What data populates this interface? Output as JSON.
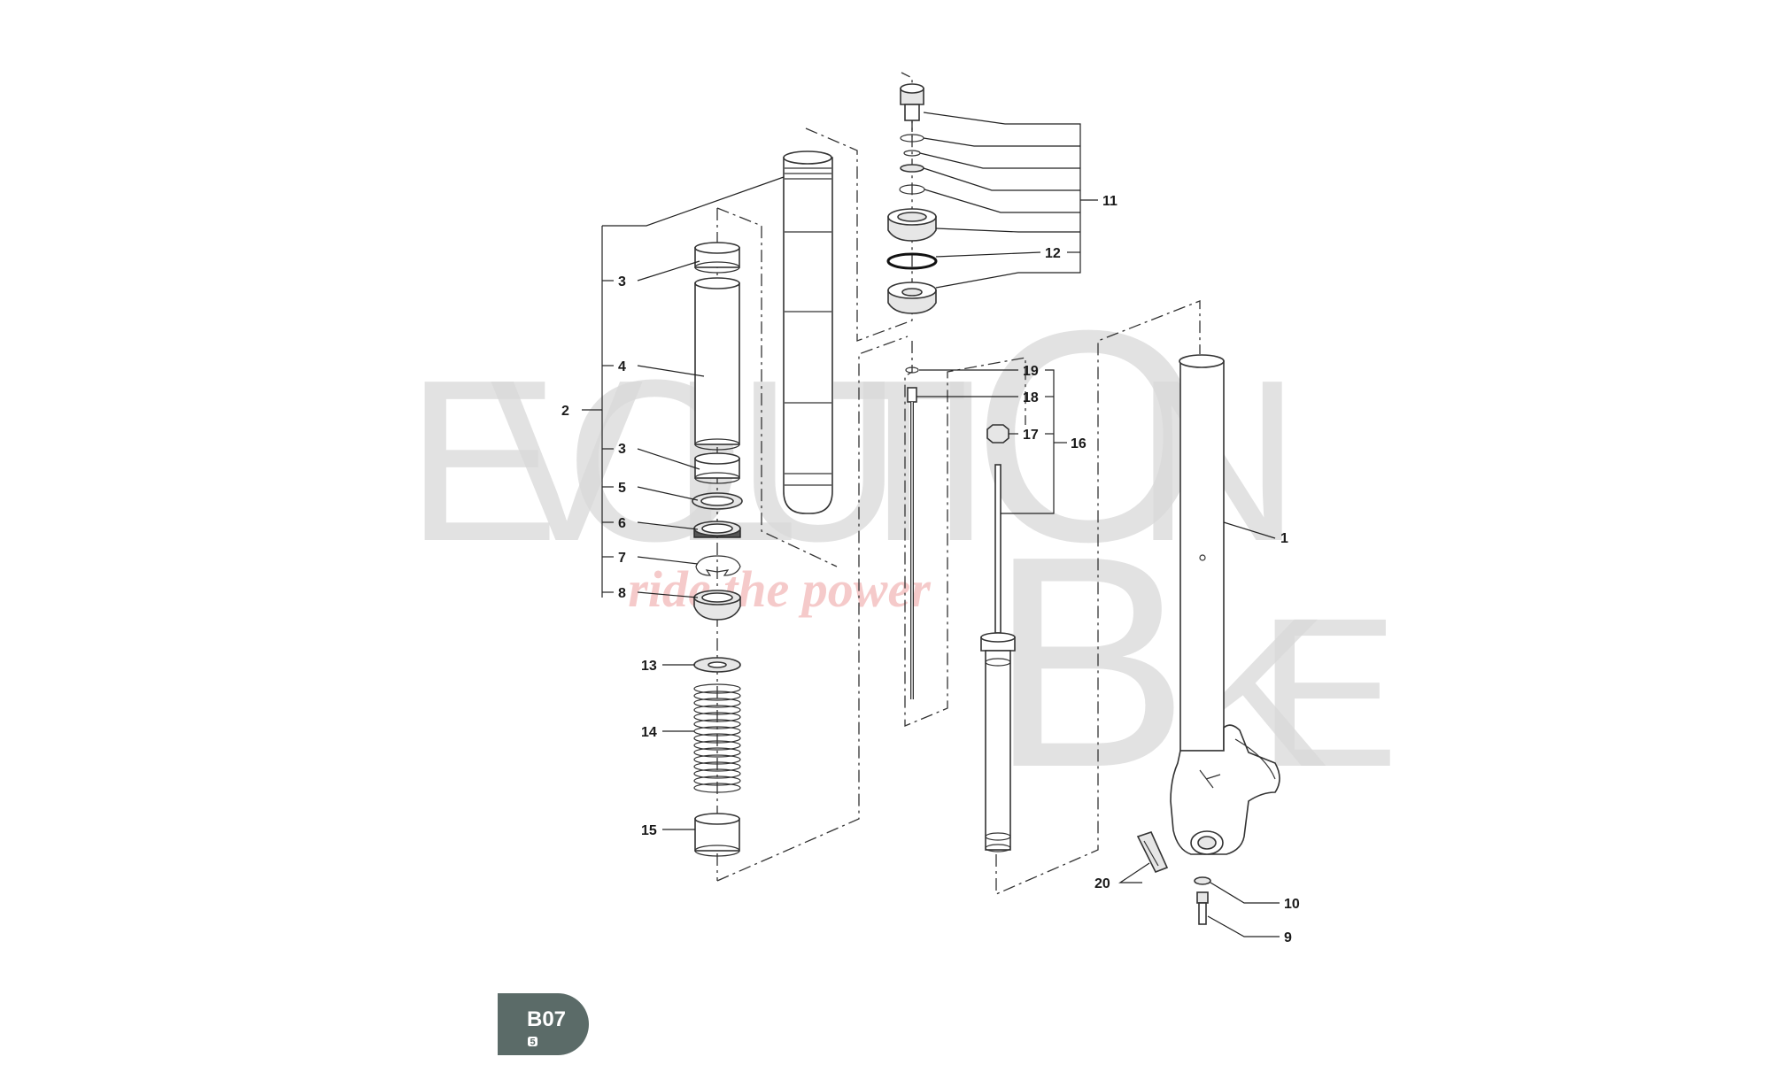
{
  "watermark": {
    "letters_top": [
      "E",
      "V",
      "O",
      "L",
      "U",
      "T",
      "I",
      "O",
      "N"
    ],
    "letters_bottom": [
      "B",
      "I",
      "K",
      "E"
    ],
    "tagline": "ride the power"
  },
  "badge": {
    "code": "B07",
    "sub": "5"
  },
  "callouts": [
    {
      "id": "c1",
      "text": "1"
    },
    {
      "id": "c2",
      "text": "2"
    },
    {
      "id": "c3a",
      "text": "3"
    },
    {
      "id": "c3b",
      "text": "3"
    },
    {
      "id": "c4",
      "text": "4"
    },
    {
      "id": "c5",
      "text": "5"
    },
    {
      "id": "c6",
      "text": "6"
    },
    {
      "id": "c7",
      "text": "7"
    },
    {
      "id": "c8",
      "text": "8"
    },
    {
      "id": "c9",
      "text": "9"
    },
    {
      "id": "c10",
      "text": "10"
    },
    {
      "id": "c11",
      "text": "11"
    },
    {
      "id": "c12",
      "text": "12"
    },
    {
      "id": "c13",
      "text": "13"
    },
    {
      "id": "c14",
      "text": "14"
    },
    {
      "id": "c15",
      "text": "15"
    },
    {
      "id": "c16",
      "text": "16"
    },
    {
      "id": "c17",
      "text": "17"
    },
    {
      "id": "c18",
      "text": "18"
    },
    {
      "id": "c19",
      "text": "19"
    },
    {
      "id": "c20",
      "text": "20"
    }
  ],
  "colors": {
    "badge": "#5b6b68",
    "watermark": "#d9d9d9",
    "tagline": "#f0a8a8",
    "line": "#333333"
  }
}
